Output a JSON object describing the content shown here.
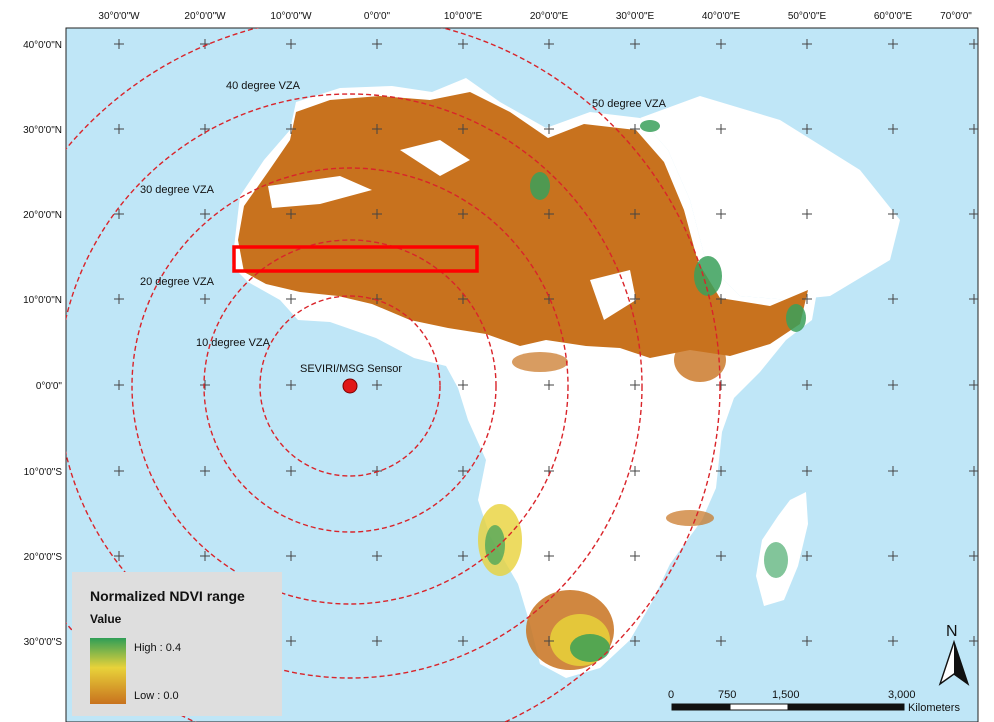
{
  "map": {
    "colors": {
      "ocean": "#bfe6f7",
      "land_white": "#ffffff",
      "ndvi_low": "#c8721e",
      "ndvi_mid": "#e8d23a",
      "ndvi_high": "#2f9e57",
      "vza_circle": "#d9242a",
      "roi_box": "#ff0000",
      "sensor": "#e01818"
    },
    "graticule": {
      "lon_labels": [
        "30°0'0\"W",
        "20°0'0\"W",
        "10°0'0\"W",
        "0°0'0\"",
        "10°0'0\"E",
        "20°0'0\"E",
        "30°0'0\"E",
        "40°0'0\"E",
        "50°0'0\"E",
        "60°0'0\"E",
        "70°0'0\""
      ],
      "lat_labels": [
        "40°0'0\"N",
        "30°0'0\"N",
        "20°0'0\"N",
        "10°0'0\"N",
        "0°0'0\"",
        "10°0'0\"S",
        "20°0'0\"S",
        "30°0'0\"S"
      ]
    },
    "vza_labels": {
      "vza10": "10 degree VZA",
      "vza20": "20 degree VZA",
      "vza30": "30 degree VZA",
      "vza40": "40 degree VZA",
      "vza50": "50 degree VZA"
    },
    "sensor_label": "SEVIRI/MSG Sensor",
    "legend": {
      "title": "Normalized NDVI range",
      "subtitle": "Value",
      "high": "High : 0.4",
      "low": "Low : 0.0"
    },
    "north": "N",
    "scale_bar": {
      "ticks": [
        "0",
        "750",
        "1,500",
        "3,000"
      ],
      "unit": "Kilometers"
    }
  }
}
